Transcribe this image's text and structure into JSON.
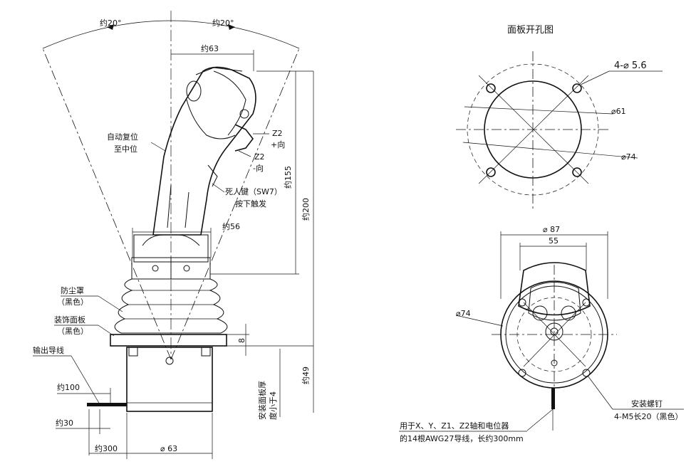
{
  "side_view": {
    "angle_left": "约20°",
    "angle_right": "约20°",
    "handle_width": "约63",
    "auto_return": [
      "自动复位",
      "至中位"
    ],
    "z2_plus": [
      "Z2",
      "+向"
    ],
    "z2_minus": [
      "Z2",
      "-向"
    ],
    "deadman": [
      "死人键（SW7）",
      "按下触发"
    ],
    "height_155": "约155",
    "height_200": "约200",
    "base_width": "约56",
    "dust_cover": [
      "防尘罩",
      "（黑色）"
    ],
    "panel": [
      "装饰面板",
      "（黑色）"
    ],
    "output_wire": "输出导线",
    "thickness_8": "8",
    "panel_thickness": [
      "安装面板厚",
      "度小于4"
    ],
    "height_49": "约49",
    "len_100": "约100",
    "len_30": "约30",
    "len_300": "约300",
    "dia_63": "⌀ 63"
  },
  "cutout_view": {
    "title": "面板开孔图",
    "holes": "4-⌀ 5.6",
    "dia_61": "⌀61",
    "dia_74": "⌀74"
  },
  "bottom_view": {
    "dia_87": "⌀ 87",
    "width_55": "55",
    "dia_74": "⌀74",
    "screws": [
      "安装螺钉",
      "4-M5长20（黑色）"
    ],
    "wire_note": [
      "用于X、Y、Z1、Z2轴和电位器",
      "的14根AWG27导线，长约300mm"
    ]
  }
}
